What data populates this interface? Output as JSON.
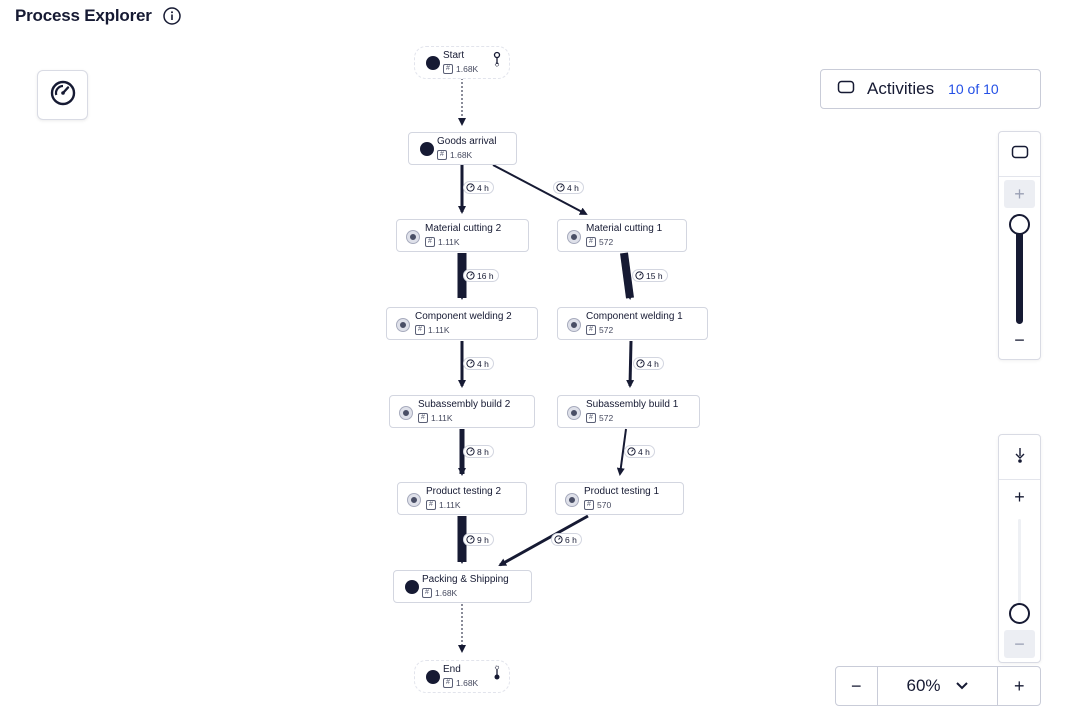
{
  "header": {
    "title": "Process Explorer",
    "info_icon": "info-icon"
  },
  "toolbar": {
    "performance_icon": "speedometer-icon"
  },
  "activities": {
    "label": "Activities",
    "count": "10 of 10"
  },
  "right_panel": {
    "activities_toggle_icon": "activity-box-icon",
    "plus": "+",
    "minus": "−",
    "activity_slider_level": 1.0
  },
  "path_panel": {
    "icon": "arrow-down-icon",
    "plus": "+",
    "minus": "−",
    "path_slider_level": 0.0
  },
  "zoom": {
    "minus": "−",
    "value": "60%",
    "plus": "+"
  },
  "colors": {
    "accent": "#2450e6",
    "node_dot": "#161a33",
    "edge": "#161a33",
    "border": "#d3d6e0"
  },
  "nodes": [
    {
      "id": "start",
      "name": "Start",
      "count": "1.68K"
    },
    {
      "id": "goods-arrival",
      "name": "Goods arrival",
      "count": "1.68K"
    },
    {
      "id": "material-cutting-2",
      "name": "Material cutting 2",
      "count": "1.11K"
    },
    {
      "id": "material-cutting-1",
      "name": "Material cutting 1",
      "count": "572"
    },
    {
      "id": "component-welding-2",
      "name": "Component welding 2",
      "count": "1.11K"
    },
    {
      "id": "component-welding-1",
      "name": "Component welding 1",
      "count": "572"
    },
    {
      "id": "subassembly-build-2",
      "name": "Subassembly build 2",
      "count": "1.11K"
    },
    {
      "id": "subassembly-build-1",
      "name": "Subassembly build 1",
      "count": "572"
    },
    {
      "id": "product-testing-2",
      "name": "Product testing 2",
      "count": "1.11K"
    },
    {
      "id": "product-testing-1",
      "name": "Product testing 1",
      "count": "570"
    },
    {
      "id": "packing-shipping",
      "name": "Packing & Shipping",
      "count": "1.68K"
    },
    {
      "id": "end",
      "name": "End",
      "count": "1.68K"
    }
  ],
  "edges": [
    {
      "from": "goods-arrival",
      "to": "material-cutting-2",
      "duration": "4 h"
    },
    {
      "from": "goods-arrival",
      "to": "material-cutting-1",
      "duration": "4 h"
    },
    {
      "from": "material-cutting-2",
      "to": "component-welding-2",
      "duration": "16 h"
    },
    {
      "from": "material-cutting-1",
      "to": "component-welding-1",
      "duration": "15 h"
    },
    {
      "from": "component-welding-2",
      "to": "subassembly-build-2",
      "duration": "4 h"
    },
    {
      "from": "component-welding-1",
      "to": "subassembly-build-1",
      "duration": "4 h"
    },
    {
      "from": "subassembly-build-2",
      "to": "product-testing-2",
      "duration": "8 h"
    },
    {
      "from": "subassembly-build-1",
      "to": "product-testing-1",
      "duration": "4 h"
    },
    {
      "from": "product-testing-2",
      "to": "packing-shipping",
      "duration": "9 h"
    },
    {
      "from": "product-testing-1",
      "to": "packing-shipping",
      "duration": "6 h"
    }
  ]
}
